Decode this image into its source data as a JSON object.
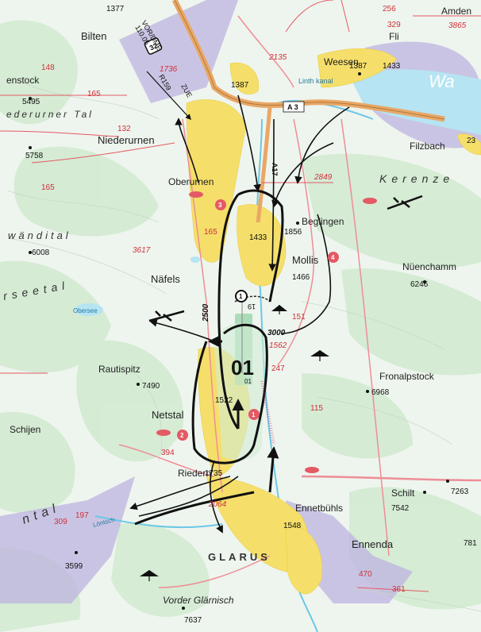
{
  "places": {
    "bilten": "Bilten",
    "niederurnen": "Niederurnen",
    "oberurnen": "Oberurnen",
    "naefels": "Näfels",
    "mollis": "Mollis",
    "beglingen": "Beglingen",
    "netstal": "Netstal",
    "riedern": "Riedern",
    "ennetbuehls": "Ennetbühls",
    "ennenda": "Ennenda",
    "glarus": "GLARUS",
    "weesen": "Weesen",
    "filzbach": "Filzbach",
    "amden": "Amden",
    "fli": "Fli",
    "nuenchamm": "Nüenchamm",
    "fronalpstock": "Fronalpstock",
    "rautispitz": "Rautispitz",
    "schijen": "Schijen",
    "schilt": "Schilt",
    "vorder_glaernisch": "Vorder Glärnisch",
    "stock": "enstock",
    "niederurner_tal": "ederurner Tal",
    "waenditall": "wänditаl",
    "seetal": "rseetal",
    "kerenzen": "Kerenze",
    "ntal": "ntal",
    "obersee": "Obersee",
    "loentsch": "Löntsch",
    "lintkanal": "Linth kanal",
    "walensee": "Wa"
  },
  "elevations": {
    "e1377": "1377",
    "e5495": "5495",
    "e5758": "5758",
    "e6008": "6008",
    "e1387a": "1387",
    "e1387b": "1387",
    "e1433a": "1433",
    "e1433b": "1433",
    "e1856": "1856",
    "e1466": "1466",
    "e6246": "6246",
    "e7490": "7490",
    "e6968": "6968",
    "e1522": "1522",
    "e1735": "1735",
    "e1548": "1548",
    "e7542": "7542",
    "e7263": "7263",
    "e3599": "3599",
    "e7637": "7637",
    "e781": "781",
    "e23": "23",
    "e3000": "3000"
  },
  "airspace": {
    "a148": "148",
    "a165a": "165",
    "a165b": "165",
    "a165c": "165",
    "a132": "132",
    "a1736": "1736",
    "a2135": "2135",
    "a256": "256",
    "a329": "329",
    "a3865": "3865",
    "a2849": "2849",
    "a3617": "3617",
    "a151": "151",
    "a1562": "1562",
    "a247": "247",
    "a115": "115",
    "a394": "394",
    "a2064": "2064",
    "a309": "309",
    "a197": "197",
    "a470": "470",
    "a361": "361"
  },
  "navaid": {
    "vor_line1": "VOR/DME",
    "vor_line2": "110.05",
    "radial": "R159",
    "shield": "32",
    "zue": "ZUE"
  },
  "roads": {
    "a3": "A 3",
    "a17": "A17"
  },
  "aerodrome": {
    "runway_big": "01",
    "runway_small": "01",
    "runway_19": "19",
    "circuit_altitude": "2500",
    "marker1": "1",
    "marker2": "2",
    "marker3": "3",
    "marker4": "4",
    "marker5": "1"
  },
  "colors": {
    "water": "#b6e4f2",
    "forest": "#d4ecd3",
    "settlement": "#f5df6a",
    "restricted": "#b9b0dd",
    "route_red": "#e35a64",
    "motorway": "#e9a766"
  }
}
